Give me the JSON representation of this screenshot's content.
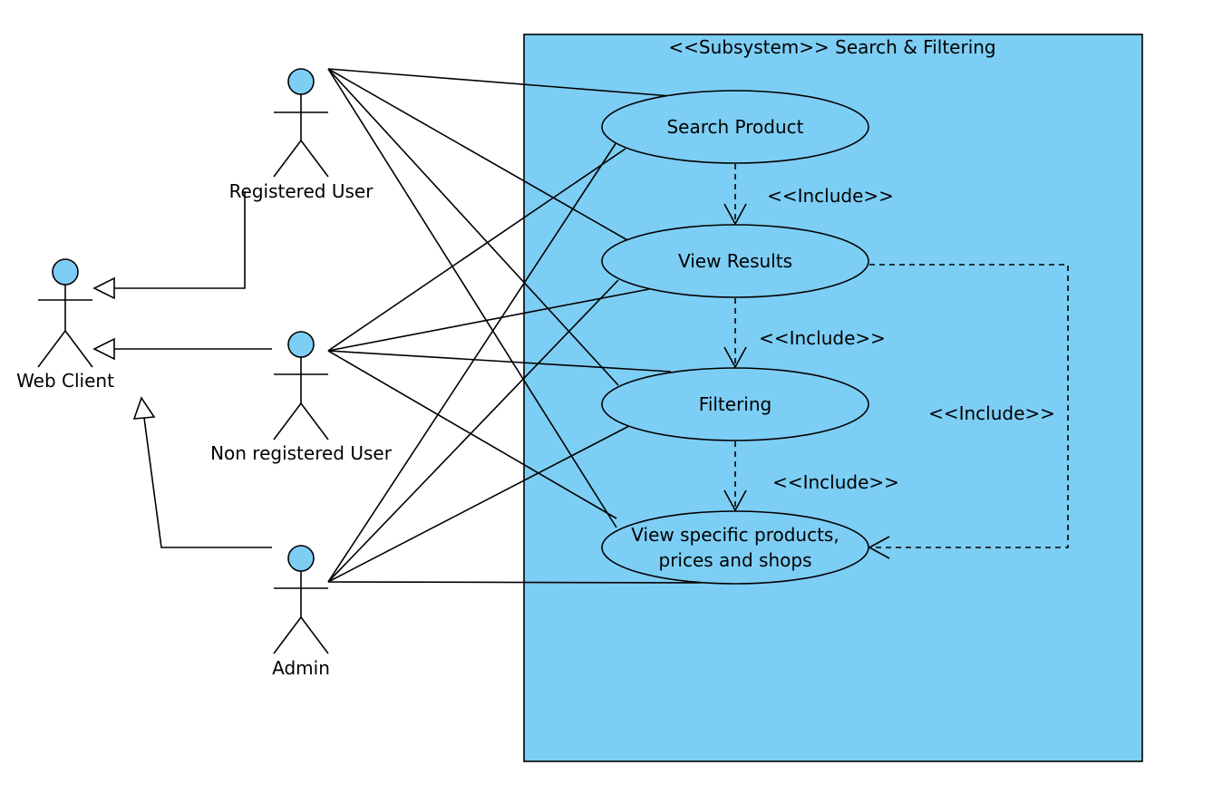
{
  "colors": {
    "subsystem_fill": "#7DCEF4",
    "actor_head_fill": "#7DCEF4",
    "usecase_fill": "#7DCEF4",
    "line": "#000000"
  },
  "subsystem": {
    "title": "<<Subsystem>> Search & Filtering"
  },
  "actors": {
    "web_client": "Web Client",
    "registered_user": "Registered User",
    "non_registered_user": "Non registered User",
    "admin": "Admin"
  },
  "use_cases": {
    "search_product": "Search Product",
    "view_results": "View Results",
    "filtering": "Filtering",
    "view_specific_line1": "View specific products,",
    "view_specific_line2": "prices and shops"
  },
  "relationships": {
    "include_1": "<<Include>>",
    "include_2": "<<Include>>",
    "include_3": "<<Include>>",
    "include_4": "<<Include>>"
  }
}
